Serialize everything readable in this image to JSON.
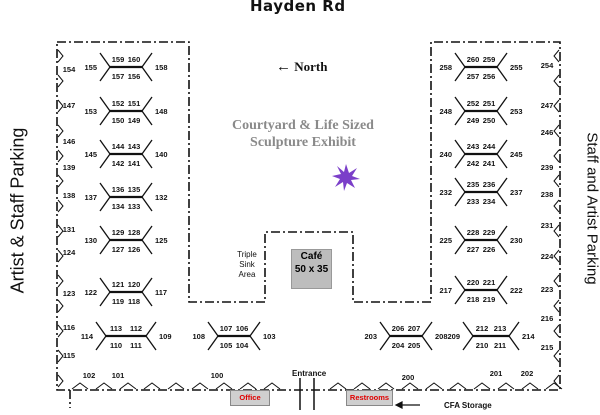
{
  "map": {
    "street": "Hayden Rd",
    "north_label": "North",
    "north_arrow": "←",
    "left_parking": "Artist & Staff Parking",
    "right_parking": "Staff and Artist Parking",
    "courtyard_line1": "Courtyard & Life Sized",
    "courtyard_line2": "Sculpture Exhibit",
    "sink_line1": "Triple",
    "sink_line2": "Sink",
    "sink_line3": "Area",
    "cafe_line1": "Café",
    "cafe_line2": "50 x 35",
    "entrance": "Entrance",
    "office": "Office",
    "restrooms": "Restrooms",
    "storage": "CFA Storage",
    "colors": {
      "flower": "#7b3fc9",
      "room_text": "#e00000",
      "cafe_fill": "#bdbdbd"
    }
  },
  "booths": [
    "154",
    "155",
    "159",
    "160",
    "158",
    "157",
    "156",
    "147",
    "153",
    "152",
    "151",
    "148",
    "150",
    "149",
    "146",
    "139",
    "145",
    "144",
    "143",
    "140",
    "142",
    "141",
    "138",
    "137",
    "136",
    "135",
    "132",
    "134",
    "133",
    "131",
    "124",
    "130",
    "129",
    "128",
    "127",
    "126",
    "125",
    "123",
    "122",
    "121",
    "120",
    "117",
    "119",
    "118",
    "116",
    "115",
    "114",
    "113",
    "112",
    "110",
    "111",
    "109",
    "102",
    "101",
    "100",
    "108",
    "107",
    "106",
    "105",
    "104",
    "103",
    "258",
    "260",
    "259",
    "255",
    "257",
    "256",
    "254",
    "248",
    "252",
    "251",
    "253",
    "249",
    "250",
    "247",
    "246",
    "240",
    "243",
    "244",
    "245",
    "242",
    "241",
    "239",
    "232",
    "235",
    "236",
    "237",
    "233",
    "234",
    "238",
    "225",
    "228",
    "229",
    "230",
    "227",
    "226",
    "231",
    "217",
    "220",
    "221",
    "222",
    "224",
    "223",
    "218",
    "219",
    "216",
    "209",
    "212",
    "213",
    "214",
    "210",
    "211",
    "215",
    "203",
    "206",
    "207",
    "208",
    "204",
    "205",
    "200",
    "201",
    "202"
  ]
}
